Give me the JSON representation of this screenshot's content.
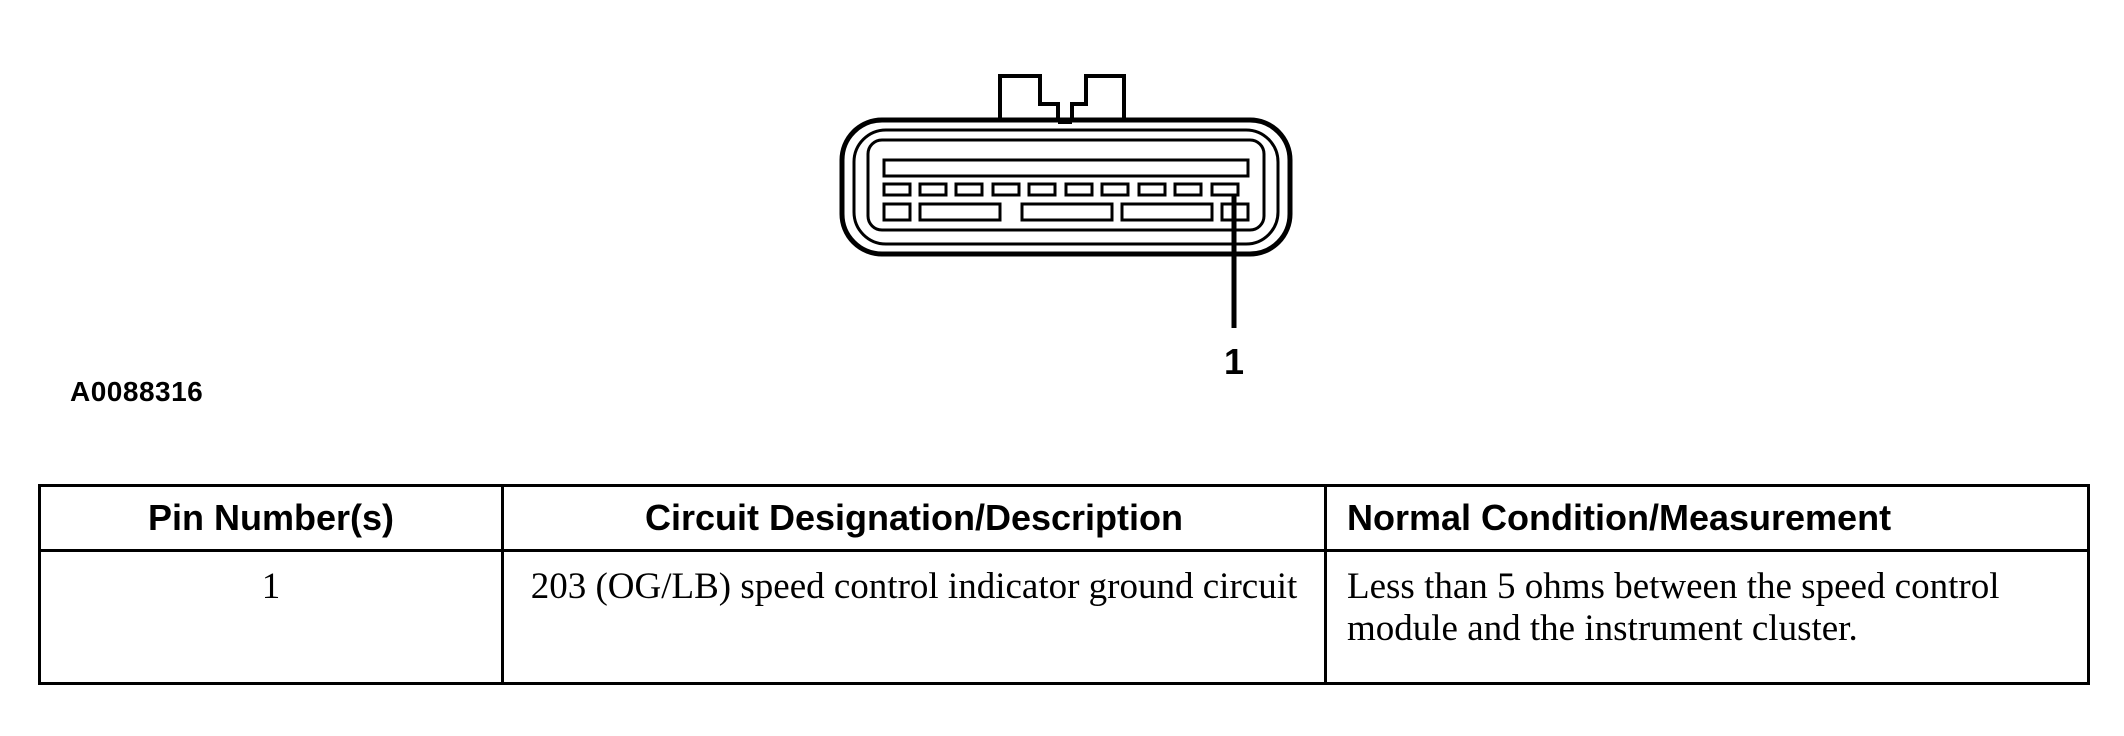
{
  "diagram": {
    "pin_callout": "1"
  },
  "figure_id": "A0088316",
  "table": {
    "headers": {
      "pin": "Pin Number(s)",
      "circuit": "Circuit Designation/Description",
      "condition": "Normal Condition/Measurement"
    },
    "rows": [
      {
        "pin": "1",
        "circuit": "203 (OG/LB) speed control indicator ground circuit",
        "condition": "Less than 5 ohms between the speed control module and the instrument cluster."
      }
    ]
  },
  "colors": {
    "line": "#000000",
    "background": "#ffffff"
  }
}
